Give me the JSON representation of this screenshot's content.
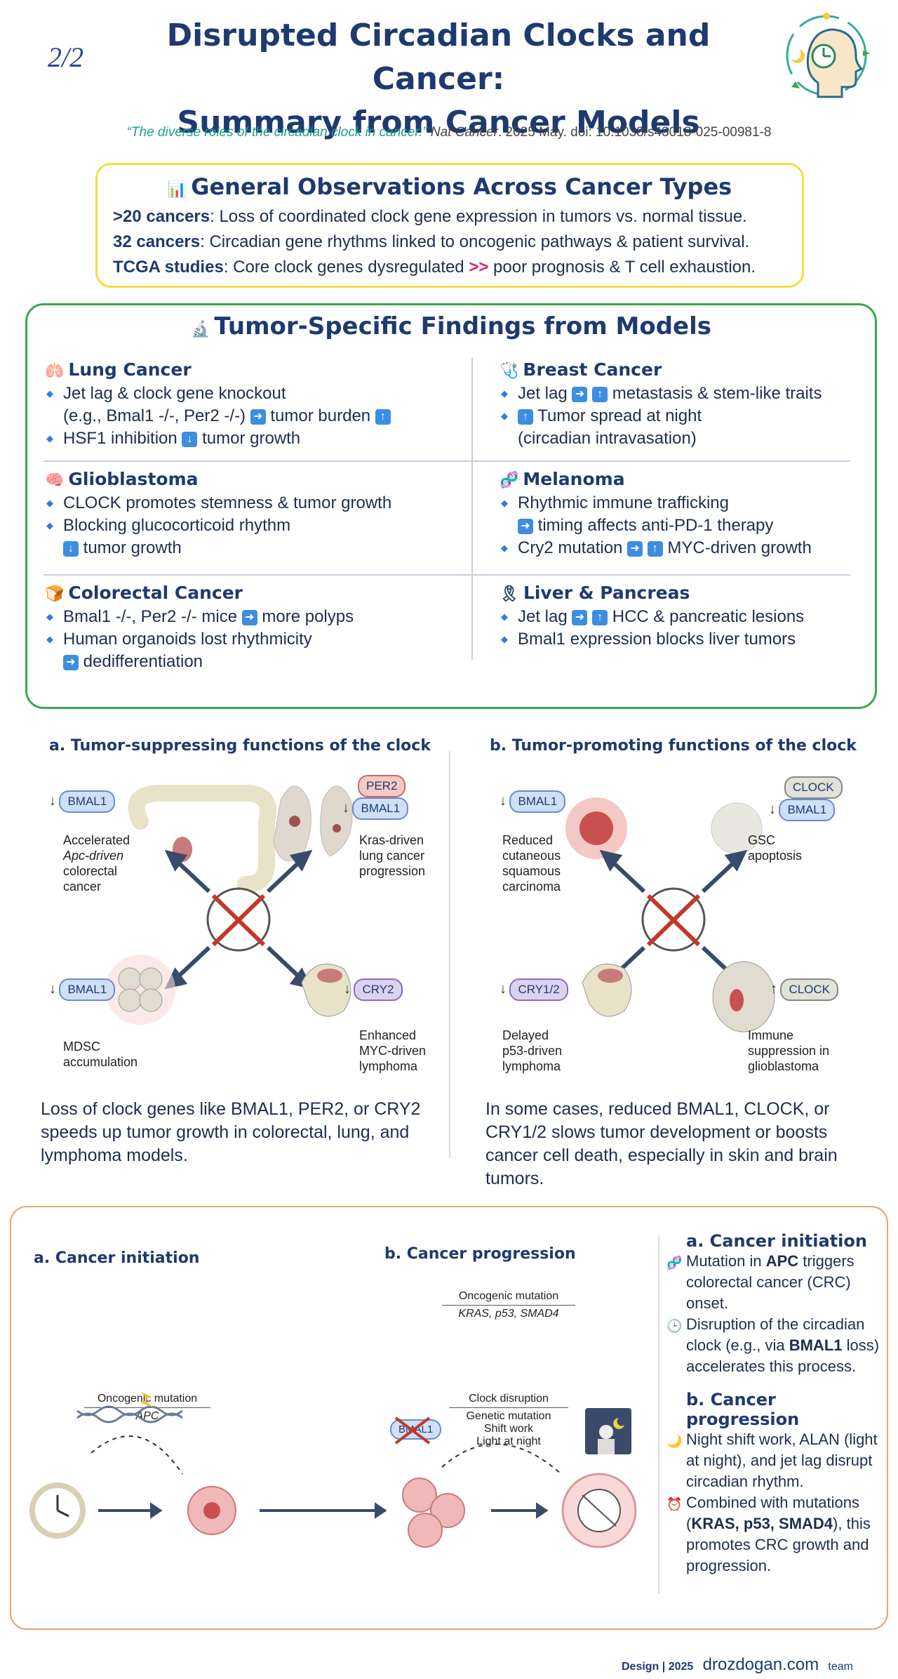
{
  "header": {
    "page_number": "2/2",
    "title_line1": "Disrupted Circadian Clocks and Cancer:",
    "title_line2": "Summary from Cancer Models",
    "citation_quote": "“The diverse roles of the circadian clock in cancer.”",
    "citation_journal": "Nat Cancer",
    "citation_rest": ". 2025 May. doi: 10.1038/s43018-025-00981-8",
    "logo_icon": "clock-head-icon"
  },
  "general": {
    "heading": "General Observations Across Cancer Types",
    "icon": "bar-chart-icon",
    "rows": [
      {
        "bold": ">20 cancers",
        "text": ": Loss of coordinated clock gene expression in tumors vs. normal tissue."
      },
      {
        "bold": "32 cancers",
        "text": ": Circadian gene rhythms linked to oncogenic pathways & patient survival."
      },
      {
        "bold": "TCGA studies",
        "text": ": Core clock genes dysregulated ",
        "arrow": ">>",
        "tail": " poor prognosis & T cell exhaustion."
      }
    ]
  },
  "tumor": {
    "heading": "Tumor-Specific Findings from Models",
    "icon": "microscope-icon",
    "lung": {
      "title": "Lung Cancer",
      "icon": "lungs-icon",
      "b1": "Jet lag & clock gene knockout",
      "b1c_pre": "(e.g., Bmal1 -/-, Per2 -/-) ",
      "b1c_mid": " tumor burden ",
      "b2_pre": "HSF1 inhibition ",
      "b2_post": " tumor growth"
    },
    "breast": {
      "title": "Breast Cancer",
      "icon": "stethoscope-icon",
      "b1_pre": "Jet lag ",
      "b1_post": " metastasis & stem-like traits",
      "b2_post": " Tumor spread at night",
      "b2c": "(circadian intravasation)"
    },
    "glio": {
      "title": "Glioblastoma",
      "icon": "brain-icon",
      "b1": "CLOCK promotes stemness & tumor growth",
      "b2": "Blocking glucocorticoid rhythm",
      "b2c_post": " tumor growth"
    },
    "melanoma": {
      "title": "Melanoma",
      "icon": "dna-icon",
      "b1": "Rhythmic immune trafficking",
      "b1c_post": " timing affects anti-PD-1 therapy",
      "b2_pre": "Cry2 mutation ",
      "b2_post": " MYC-driven growth"
    },
    "colorectal": {
      "title": "Colorectal Cancer",
      "icon": "bread-icon",
      "b1_pre": "Bmal1 -/-, Per2 -/- mice ",
      "b1_post": " more polyps",
      "b2": "Human organoids lost rhythmicity",
      "b2c_post": " dedifferentiation"
    },
    "liver": {
      "title": "Liver & Pancreas",
      "icon": "ribbon-icon",
      "b1_pre": "Jet lag ",
      "b1_post": "  HCC & pancreatic lesions",
      "b2": "Bmal1 expression blocks liver tumors"
    }
  },
  "figure_ab": {
    "a_title": "a. Tumor-suppressing functions of the clock",
    "b_title": "b. Tumor-promoting functions of the clock",
    "a_labels": {
      "tl_gene": "BMAL1",
      "tl_text": [
        "Accelerated",
        "Apc-driven",
        "colorectal",
        "cancer"
      ],
      "tr_gene1": "PER2",
      "tr_gene2": "BMAL1",
      "tr_text": [
        "Kras-driven",
        "lung cancer",
        "progression"
      ],
      "bl_gene": "BMAL1",
      "bl_text": [
        "MDSC",
        "accumulation"
      ],
      "br_gene": "CRY2",
      "br_text": [
        "Enhanced",
        "MYC-driven",
        "lymphoma"
      ]
    },
    "b_labels": {
      "tl_gene": "BMAL1",
      "tl_text": [
        "Reduced",
        "cutaneous",
        "squamous",
        "carcinoma"
      ],
      "tr_gene1": "CLOCK",
      "tr_gene2": "BMAL1",
      "tr_text": [
        "GSC",
        "apoptosis"
      ],
      "bl_gene": "CRY1/2",
      "bl_text": [
        "Delayed",
        "p53-driven",
        "lymphoma"
      ],
      "br_gene": "CLOCK",
      "br_text": [
        "Immune",
        "suppression in",
        "glioblastoma"
      ]
    },
    "a_summary": "Loss of clock genes like BMAL1, PER2, or CRY2 speeds up tumor growth in colorectal, lung, and lymphoma models.",
    "b_summary": "In some cases, reduced BMAL1, CLOCK, or CRY1/2 slows tumor development or boosts cancer cell death, especially in skin and brain tumors."
  },
  "figure_cd": {
    "a_title": "a. Cancer initiation",
    "b_title": "b. Cancer progression",
    "onco1_title": "Oncogenic mutation",
    "onco1_gene": "APC",
    "onco2_title": "Oncogenic mutation",
    "onco2_genes": "KRAS, p53, SMAD4",
    "clock_title": "Clock disruption",
    "clock_items": [
      "Genetic mutation",
      "Shift work",
      "Light at night"
    ],
    "bmal_label": "BMAL1"
  },
  "right_text": {
    "a_heading": "a. Cancer initiation",
    "a_p1_pre": "Mutation in ",
    "a_p1_bold": "APC",
    "a_p1_post": " triggers colorectal cancer (CRC) onset.",
    "a_p2_pre": "Disruption of the circadian clock (e.g., via ",
    "a_p2_bold": "BMAL1",
    "a_p2_post": " loss) accelerates this process.",
    "b_heading": "b. Cancer progression",
    "b_p1": "Night shift work, ALAN (light at night), and jet lag disrupt circadian rhythm.",
    "b_p2_pre": "Combined with mutations (",
    "b_p2_bold": "KRAS, p53, SMAD4",
    "b_p2_post": "), this promotes CRC growth and progression."
  },
  "footer": {
    "design": "Design | 2025",
    "site": "drozdogan.com",
    "team": "team"
  },
  "colors": {
    "navy": "#1e3a6e",
    "yellow_border": "#f0e040",
    "green_border": "#3aa84a",
    "orange_border": "#f0a070",
    "arrow_pink": "#e0206a"
  }
}
